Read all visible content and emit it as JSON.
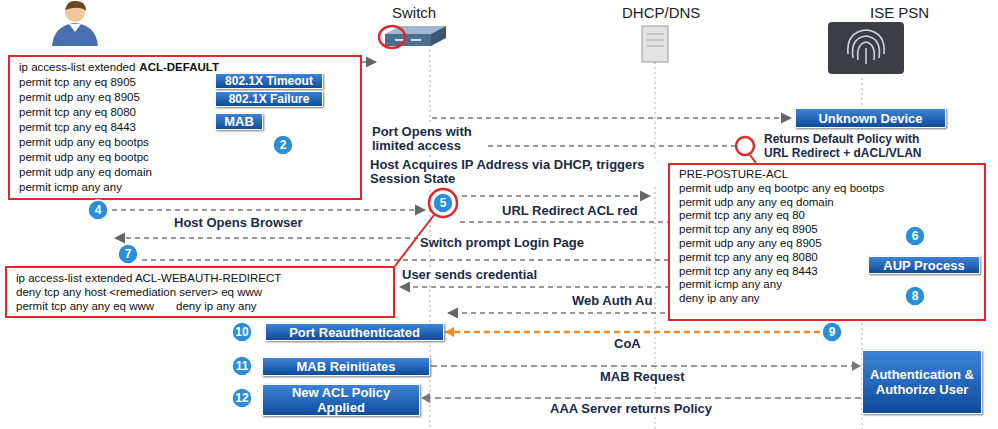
{
  "diagram": {
    "nodes": [
      {
        "text": [
          "ip access-list extended",
          "ACL-DEFAULT",
          "permit tcp any eq 8905",
          "permit udp any eq 8905",
          "permit tcp any eq 8080",
          "permit tcp any eq 8443",
          "permit udp any eq bootps",
          "permit udp any eq bootpc",
          "permit udp any eq domain",
          "permit icmp any any"
        ]
      },
      {
        "text": [
          "802.1X Timeout"
        ]
      },
      {
        "text": [
          "802.1X Failure"
        ]
      },
      {
        "text": [
          "MAB"
        ]
      },
      {
        "text": [
          "2"
        ]
      },
      {
        "text": [
          "Unknown Device"
        ]
      },
      {
        "text": [
          "4"
        ]
      },
      {
        "text": [
          "5"
        ]
      },
      {
        "text": [
          "PRE-POSTURE-ACL",
          "permit udp any eq bootpc any eq bootps",
          "permit udp any any eq domain",
          "permit tcp any any eq 80",
          "permit tcp any any eq 8905",
          "permit udp any any eq 8905",
          "permit tcp any any eq 8080",
          "permit tcp any any eq 8443",
          "permit icmp any any",
          "deny ip any any"
        ]
      },
      {
        "text": [
          "6"
        ]
      },
      {
        "text": [
          "7"
        ]
      },
      {
        "text": [
          "AUP Process"
        ]
      },
      {
        "text": [
          "8"
        ]
      },
      {
        "text": [
          "ip access-list extended ACL-WEBAUTH-REDIRECT",
          "deny tcp any host <remediation server> eq www",
          "permit tcp any any eq www",
          "deny ip any any"
        ]
      },
      {
        "text": [
          "10"
        ]
      },
      {
        "text": [
          "Port Reauthenticated"
        ]
      },
      {
        "text": [
          "9"
        ]
      },
      {
        "text": [
          "11"
        ]
      },
      {
        "text": [
          "MAB Reinitiates"
        ]
      },
      {
        "text": [
          "Authentication & Authorize User"
        ]
      },
      {
        "text": [
          "12"
        ]
      },
      {
        "text": [
          "New ACL Policy Applied"
        ]
      }
    ],
    "edges": [
      {
        "from": 16,
        "to": 15,
        "label": "CoA",
        "arrow": "to"
      },
      {
        "from": 18,
        "to": 19,
        "label": "MAB Request",
        "arrow": "to"
      },
      {
        "from": 19,
        "to": 21,
        "label": "AAA Server returns Policy",
        "arrow": "to"
      }
    ],
    "labels": [
      "Switch",
      "DHCP/DNS",
      "ISE PSN",
      "Port Opens with limited access",
      "Returns Default Policy with URL Redirect + dACL/VLAN",
      "Host Acquires IP Address via DHCP, triggers Session State",
      "Host Opens Browser",
      "URL Redirect ACL red",
      "Switch prompt Login Page",
      "User sends credential",
      "Web Auth Au"
    ]
  }
}
